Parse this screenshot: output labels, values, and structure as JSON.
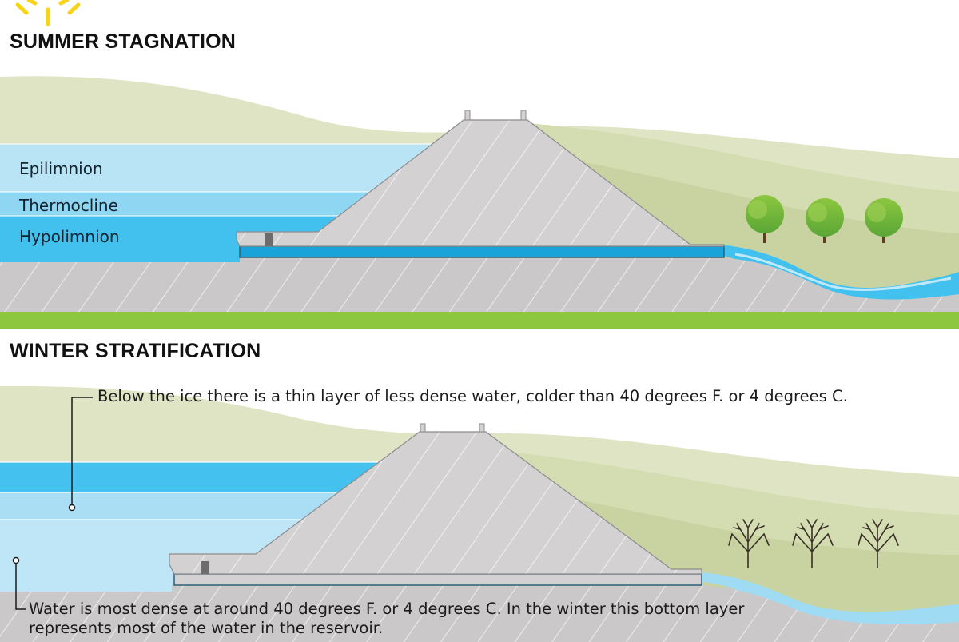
{
  "summer": {
    "title": "SUMMER STAGNATION",
    "layers": {
      "epilimnion": "Epilimnion",
      "thermocline": "Thermocline",
      "hypolimnion": "Hypolimnion"
    }
  },
  "winter": {
    "title": "WINTER STRATIFICATION",
    "callout_top": "Below the ice there is a thin layer of less dense water, colder than 40 degrees F. or 4 degrees C.",
    "callout_bottom": "Water is most dense at around 40 degrees F. or 4 degrees C. In the winter this bottom layer represents most of the water in the reservoir."
  },
  "colors": {
    "epilimnion": "#b9e4f6",
    "thermocline": "#8fd6f2",
    "hypolimnion": "#43c1ee",
    "winter_surface": "#44c1ee",
    "winter_bottom": "#bfe6f7",
    "dam": "#d3d1d1",
    "ground": "#cbc8c9",
    "hills": "#dfe4c4",
    "divider": "#8dc63f",
    "sun": "#f7d417",
    "tree_summer": "#6cb33f",
    "tree_winter": "#3a2f25"
  }
}
